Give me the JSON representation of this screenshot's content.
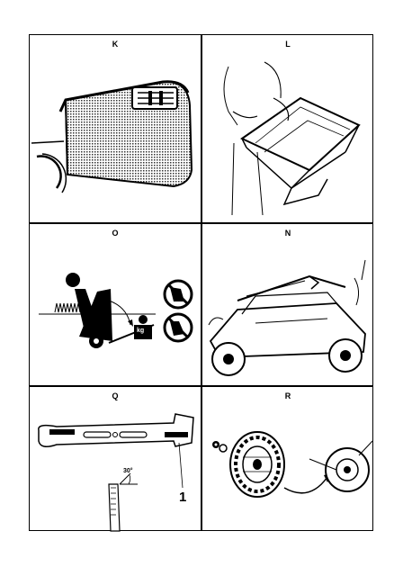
{
  "panels": [
    {
      "label": "K"
    },
    {
      "label": "L"
    },
    {
      "label": "O"
    },
    {
      "label": "N"
    },
    {
      "label": "Q"
    },
    {
      "label": "R"
    }
  ],
  "illustrations": {
    "weight_unit": "kg",
    "sharpen_angle": "30°",
    "blade_callout": "1"
  }
}
